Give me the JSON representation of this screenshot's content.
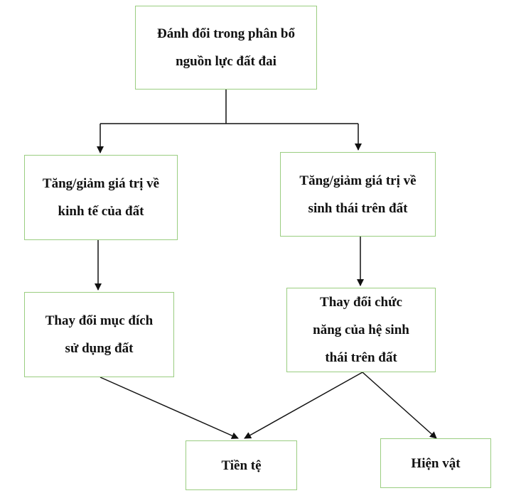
{
  "diagram": {
    "nodes": {
      "root": {
        "lines": [
          "Đánh đổi trong phân bổ",
          "nguồn lực đất đai"
        ]
      },
      "econ_value": {
        "lines": [
          "Tăng/giảm giá trị về",
          "kinh tế của đất"
        ]
      },
      "eco_value": {
        "lines": [
          "Tăng/giảm giá trị về",
          "sinh thái trên đất"
        ]
      },
      "land_use_change": {
        "lines": [
          "Thay đổi mục đích",
          "sử dụng đất"
        ]
      },
      "ecosystem_function_change": {
        "lines": [
          "Thay đổi chức",
          "năng của hệ sinh",
          "thái trên đất"
        ]
      },
      "monetary": {
        "lines": [
          "Tiền tệ"
        ]
      },
      "in_kind": {
        "lines": [
          "Hiện vật"
        ]
      }
    },
    "edges": [
      {
        "from": "root",
        "to": "econ_value"
      },
      {
        "from": "root",
        "to": "eco_value"
      },
      {
        "from": "econ_value",
        "to": "land_use_change"
      },
      {
        "from": "eco_value",
        "to": "ecosystem_function_change"
      },
      {
        "from": "land_use_change",
        "to": "monetary"
      },
      {
        "from": "ecosystem_function_change",
        "to": "monetary"
      },
      {
        "from": "ecosystem_function_change",
        "to": "in_kind"
      }
    ],
    "colors": {
      "box_border": "#9acd80",
      "line": "#111111",
      "text": "#111111"
    }
  }
}
